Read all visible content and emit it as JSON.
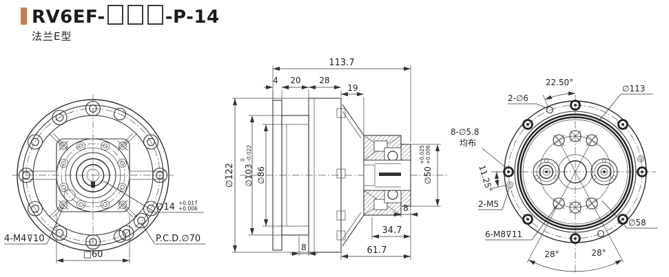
{
  "header": {
    "model_prefix": "RV6EF-",
    "model_suffix": "-P-14",
    "model_placeholder_boxes": 3,
    "subtitle": "法兰E型",
    "accent_color": "#c48050"
  },
  "views": {
    "front": {
      "dims": {
        "thread_callout": "4-M4⊽10",
        "square_size": "□60",
        "pcd": "P.C.D.∅70",
        "shaft_dia": "∅14",
        "shaft_tol_upper": "+0.017",
        "shaft_tol_lower": "+0.006"
      }
    },
    "section": {
      "dims": {
        "overall_length": "113.7",
        "flange_thickness": "4",
        "spacer_length": "20",
        "body_length": "28",
        "cone_length": "19",
        "body_dia": "∅122",
        "pilot_dia": "∅103",
        "pilot_tol_upper": "0",
        "pilot_tol_lower": "-0.022",
        "bore_dia": "∅86",
        "output_dia": "∅50",
        "output_tol_upper": "+0.025",
        "output_tol_lower": "+0.006",
        "step_left": "8",
        "step_right": "8",
        "output_length": "34.7",
        "rear_length": "61.7"
      }
    },
    "back": {
      "dims": {
        "angle_top": "22.50°",
        "pin_holes": "2-∅6",
        "bolt_circle_dia": "∅113",
        "bolt_holes": "8-∅5.8",
        "bolt_distribution_note": "均布",
        "angle_left": "11.25°",
        "tap_holes": "2-M5",
        "output_tap_holes": "6-M8⊽11",
        "angle_bottom_left": "28°",
        "angle_bottom_right": "28°",
        "tap_circle_dia": "∅58"
      }
    }
  }
}
